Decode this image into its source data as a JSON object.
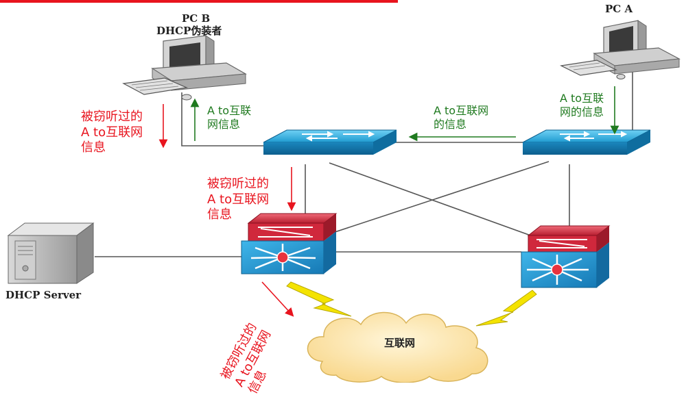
{
  "labels": {
    "pc_b_line1": "PC B",
    "pc_b_line2": "DHCP伪装者",
    "pc_a": "PC A",
    "dhcp_server": "DHCP Server",
    "internet": "互联网"
  },
  "annotations": {
    "eaves_left": [
      "被窃听过的",
      "A to互联网",
      "信息"
    ],
    "pcb_up": [
      "A to互联",
      "网信息"
    ],
    "sw_to_sw": [
      "A to互联网",
      "的信息"
    ],
    "pca_down": [
      "A to互联",
      "网的信息"
    ],
    "eaves_mid": [
      "被窃听过的",
      "A to互联网",
      "信息"
    ],
    "eaves_bottom": [
      "被窃听过的",
      "A to互联网",
      "信息"
    ]
  },
  "colors": {
    "eavesdrop_text": "#e8141e",
    "normal_text": "#1f7a1f",
    "top_bar": "#e8141e",
    "switch_blue": "#1f8fc4",
    "core_red": "#c8283a",
    "cloud": "#fbe3a8",
    "lightning": "#f4e300"
  },
  "icons": [
    "pc-b-computer-icon",
    "pc-a-computer-icon",
    "dhcp-server-icon",
    "access-switch-icon",
    "core-switch-icon",
    "internet-cloud-icon",
    "lightning-icon"
  ]
}
